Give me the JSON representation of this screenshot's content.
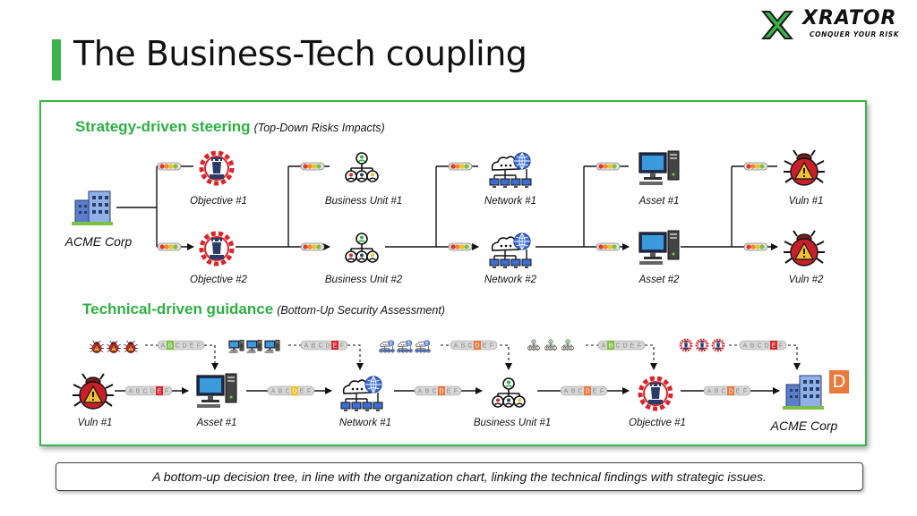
{
  "logo": {
    "word": "XRATOR",
    "tagline": "CONQUER YOUR RISK"
  },
  "title": "The Business-Tech coupling",
  "top_section": {
    "heading": "Strategy-driven steering",
    "sub": "(Top-Down Risks Impacts)"
  },
  "bottom_section": {
    "heading": "Technical-driven guidance",
    "sub": "(Bottom-Up Security Assessment)"
  },
  "top_nodes": {
    "root": "ACME Corp",
    "row1": [
      "Objective #1",
      "Business Unit #1",
      "Network #1",
      "Asset #1",
      "Vuln #1"
    ],
    "row2": [
      "Objective #2",
      "Business Unit #2",
      "Network #2",
      "Asset #2",
      "Vuln #2"
    ]
  },
  "bottom_nodes": [
    "Vuln #1",
    "Asset #1",
    "Network #1",
    "Business Unit #1",
    "Objective #1",
    "ACME Corp"
  ],
  "rating_letters": [
    "A",
    "B",
    "C",
    "D",
    "E",
    "F"
  ],
  "final_grade": "D",
  "caption": "A bottom-up decision tree, in line with the organization chart, linking the technical findings with strategic issues.",
  "colors": {
    "accent": "#3ab54a",
    "heading": "#2db042",
    "grade": "#e87a3c",
    "danger": "#c8202a"
  },
  "icons": [
    "building-icon",
    "chess-gear-icon",
    "org-chart-icon",
    "cloud-network-icon",
    "computer-icon",
    "bug-warning-icon"
  ]
}
